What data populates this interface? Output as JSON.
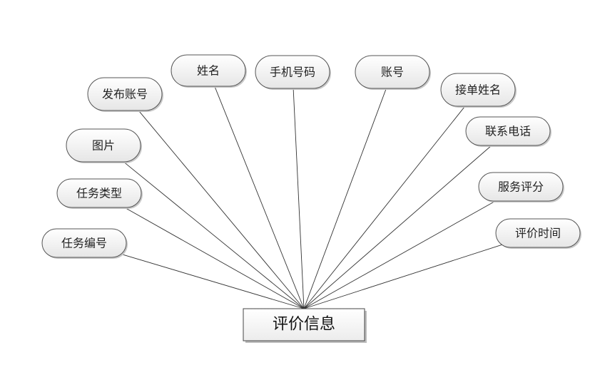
{
  "entity": {
    "label": "评价信息"
  },
  "attributes": [
    {
      "key": "task-number",
      "label": "任务编号"
    },
    {
      "key": "task-type",
      "label": "任务类型"
    },
    {
      "key": "picture",
      "label": "图片"
    },
    {
      "key": "publisher-account",
      "label": "发布账号"
    },
    {
      "key": "name",
      "label": "姓名"
    },
    {
      "key": "phone-number",
      "label": "手机号码"
    },
    {
      "key": "account",
      "label": "账号"
    },
    {
      "key": "taker-name",
      "label": "接单姓名"
    },
    {
      "key": "contact-phone",
      "label": "联系电话"
    },
    {
      "key": "service-rating",
      "label": "服务评分"
    },
    {
      "key": "evaluation-time",
      "label": "评价时间"
    }
  ]
}
